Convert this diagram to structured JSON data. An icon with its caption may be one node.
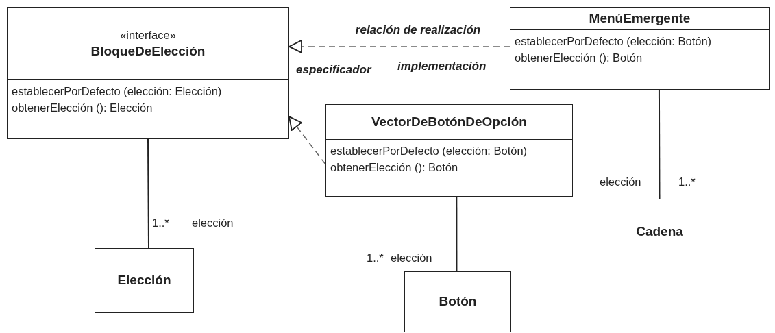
{
  "diagram": {
    "nodes": [
      {
        "text": [
          "«interface»",
          "BloqueDeElección",
          "establecerPorDefecto (elección: Elección)",
          "obtenerElección (): Elección"
        ]
      },
      {
        "text": [
          "MenúEmergente",
          "establecerPorDefecto (elección: Botón)",
          "obtenerElección (): Botón"
        ]
      },
      {
        "text": [
          "VectorDeBotónDeOpción",
          "establecerPorDefecto (elección: Botón)",
          "obtenerElección (): Botón"
        ]
      },
      {
        "text": [
          "Elección"
        ]
      },
      {
        "text": [
          "Cadena"
        ]
      },
      {
        "text": [
          "Botón"
        ]
      }
    ],
    "edges": [
      {
        "from": 1,
        "to": 0,
        "arrow": "to",
        "style": "dashed",
        "label": "relación de realización"
      },
      {
        "from": 2,
        "to": 0,
        "arrow": "to",
        "style": "dashed"
      },
      {
        "from": 0,
        "to": 3,
        "arrow": "none"
      },
      {
        "from": 1,
        "to": 4,
        "arrow": "none"
      },
      {
        "from": 2,
        "to": 5,
        "arrow": "none"
      }
    ],
    "labels": [
      "especificador",
      "implementación",
      "elección",
      "1..*",
      "1..*",
      "elección",
      "1..*",
      "elección"
    ]
  }
}
